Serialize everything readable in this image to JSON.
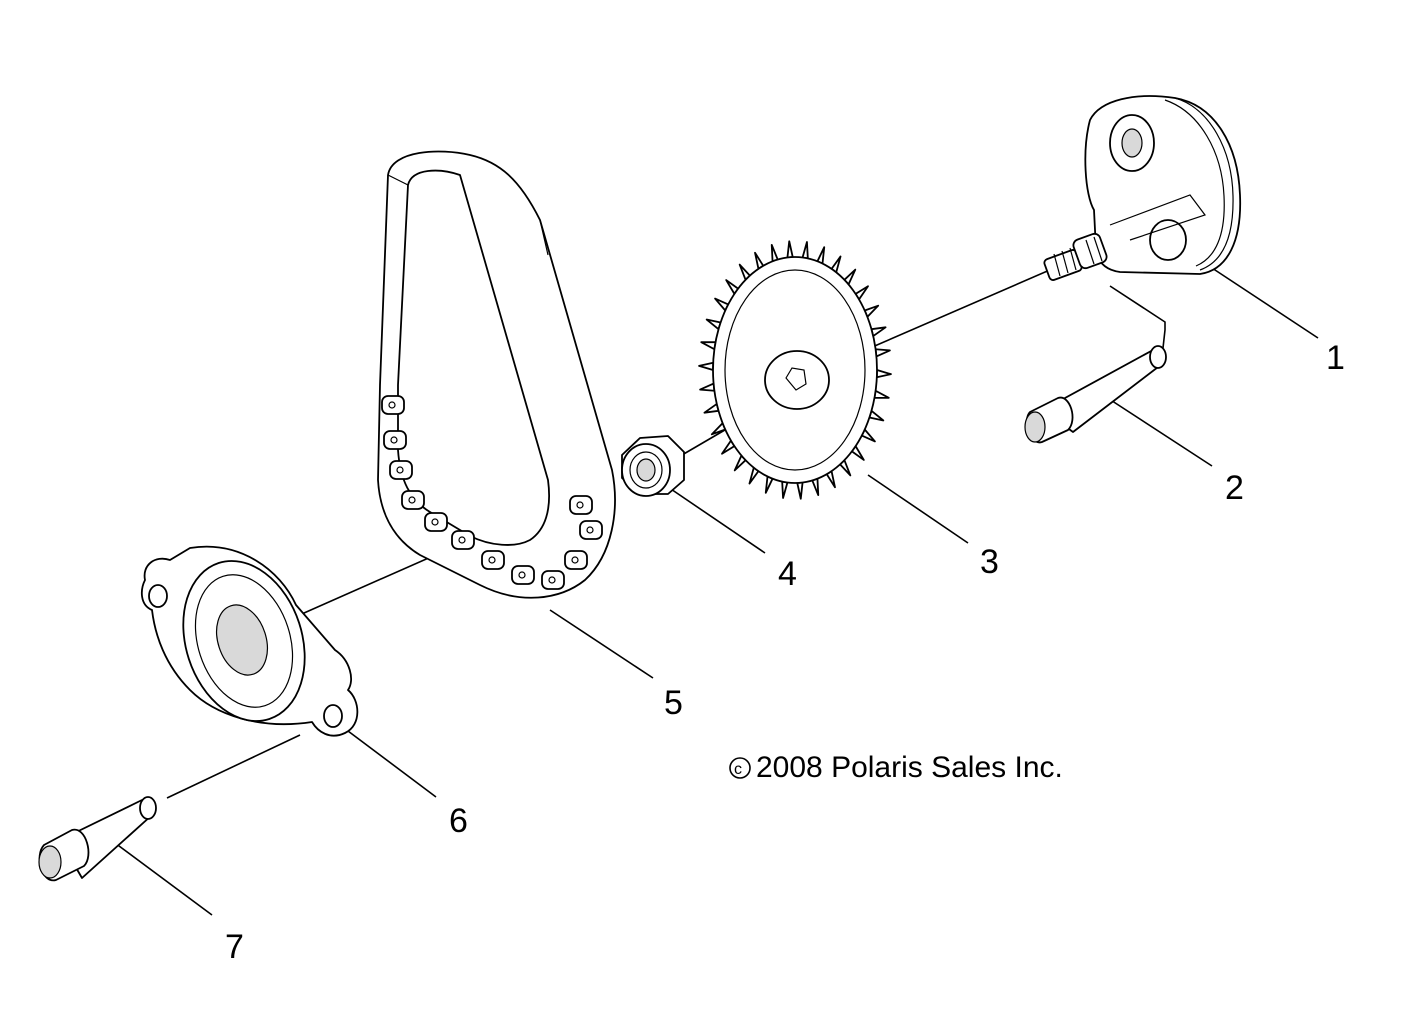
{
  "callouts": [
    {
      "id": 1,
      "label": "1"
    },
    {
      "id": 2,
      "label": "2"
    },
    {
      "id": 3,
      "label": "3"
    },
    {
      "id": 4,
      "label": "4"
    },
    {
      "id": 5,
      "label": "5"
    },
    {
      "id": 6,
      "label": "6"
    },
    {
      "id": 7,
      "label": "7"
    }
  ],
  "copyright": {
    "symbol": "c",
    "text": "2008 Polaris Sales Inc."
  }
}
